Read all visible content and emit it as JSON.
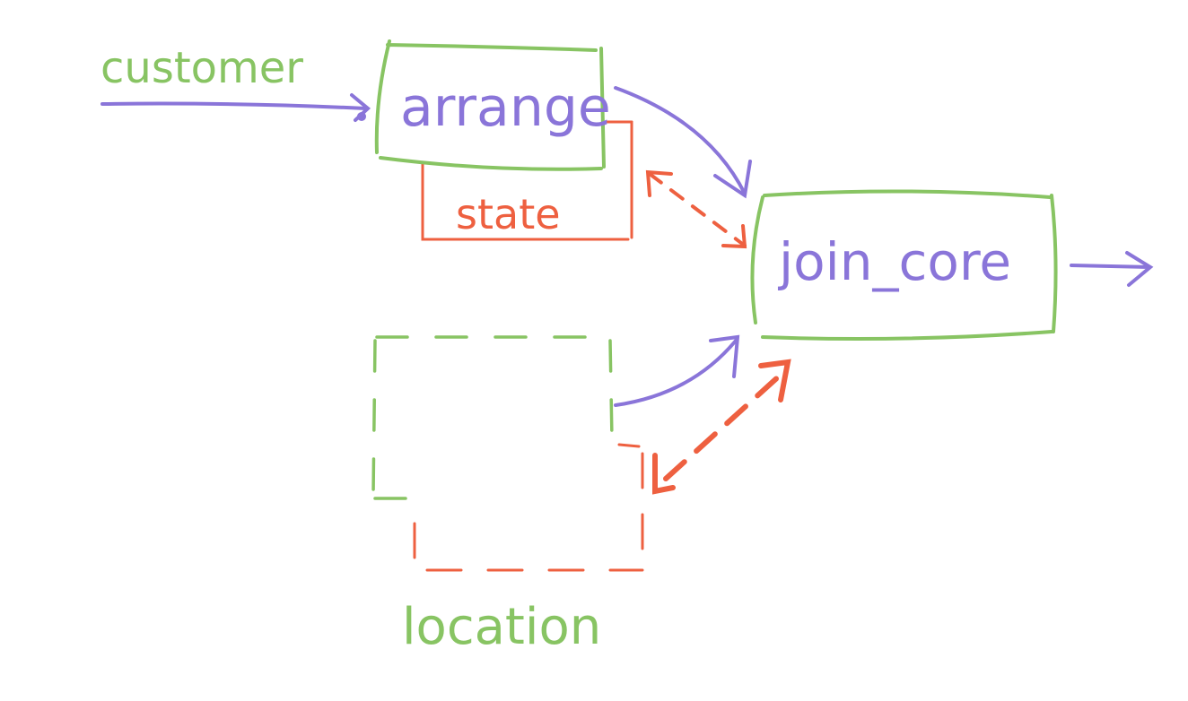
{
  "colors": {
    "green": "#88c463",
    "purple": "#8a75d9",
    "orange": "#ee6040",
    "background": "#ffffff"
  },
  "labels": {
    "customer": "customer",
    "arrange": "arrange",
    "state": "state",
    "join_core": "join_core",
    "location": "location"
  }
}
